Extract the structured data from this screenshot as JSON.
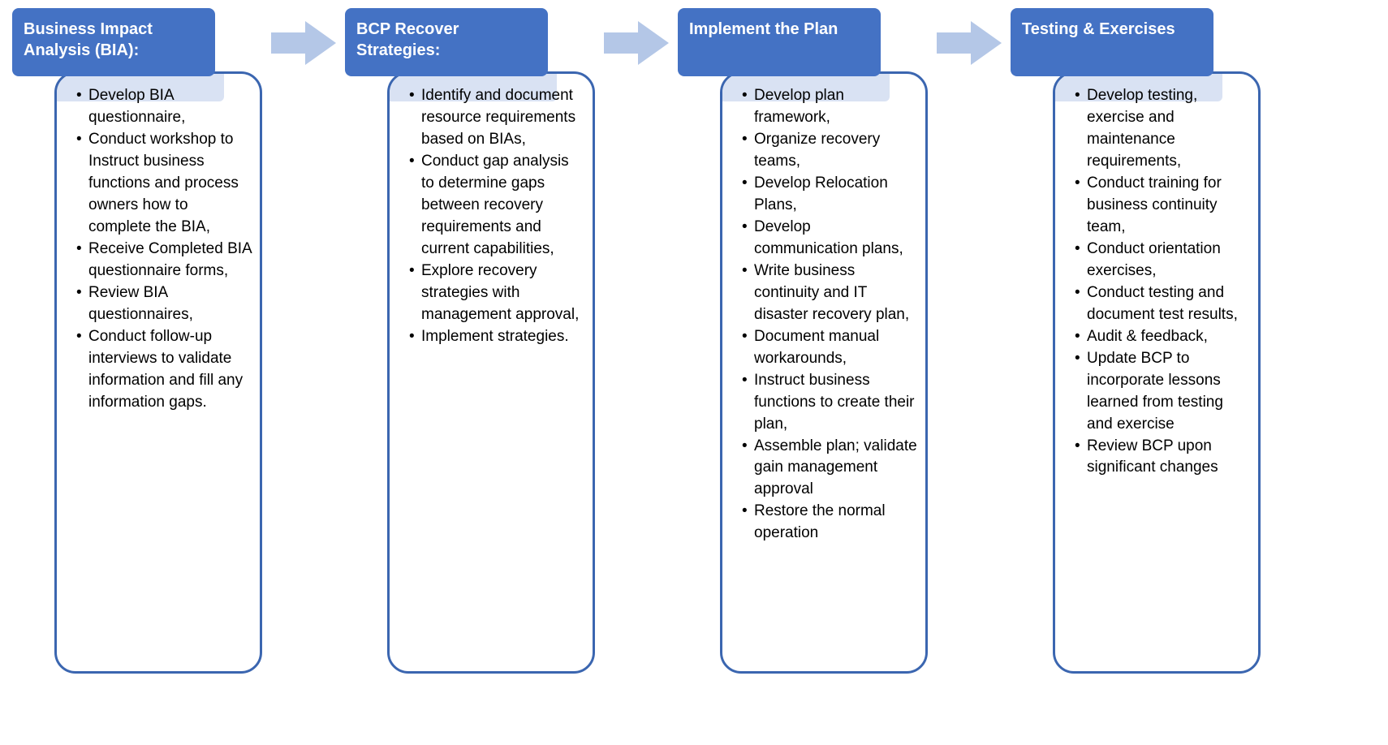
{
  "diagram": {
    "colors": {
      "header_bg": "#4472C4",
      "header_text": "#FFFFFF",
      "box_border": "#3B66B0",
      "box_bg": "#FFFFFF",
      "accent_light": "#D9E2F3",
      "arrow": "#B4C7E7",
      "bullet_text": "#000000"
    },
    "columns": [
      {
        "title": "Business Impact Analysis (BIA):",
        "items": [
          "Develop BIA questionnaire,",
          "Conduct workshop to Instruct business functions and process owners how to complete the BIA,",
          "Receive Completed BIA questionnaire forms,",
          "Review BIA questionnaires,",
          "Conduct follow-up interviews to validate information and fill any information gaps."
        ]
      },
      {
        "title": "BCP Recover Strategies:",
        "items": [
          "Identify and document resource requirements based on BIAs,",
          "Conduct gap analysis to determine gaps between recovery requirements and current capabilities,",
          "Explore recovery strategies with management approval,",
          "Implement strategies."
        ]
      },
      {
        "title": "Implement the Plan",
        "items": [
          "Develop plan framework,",
          "Organize recovery teams,",
          "Develop Relocation Plans,",
          "Develop communication plans,",
          "Write business continuity and IT disaster recovery plan,",
          "Document manual workarounds,",
          "Instruct business functions to create their plan,",
          "Assemble plan; validate gain management approval",
          "Restore the normal operation"
        ]
      },
      {
        "title": "Testing & Exercises",
        "items": [
          "Develop testing, exercise and maintenance requirements,",
          "Conduct training for business continuity team,",
          "Conduct orientation exercises,",
          "Conduct testing and document test results,",
          "Audit & feedback,",
          "Update BCP to incorporate lessons learned from testing and exercise",
          "Review BCP upon significant changes"
        ]
      }
    ]
  }
}
